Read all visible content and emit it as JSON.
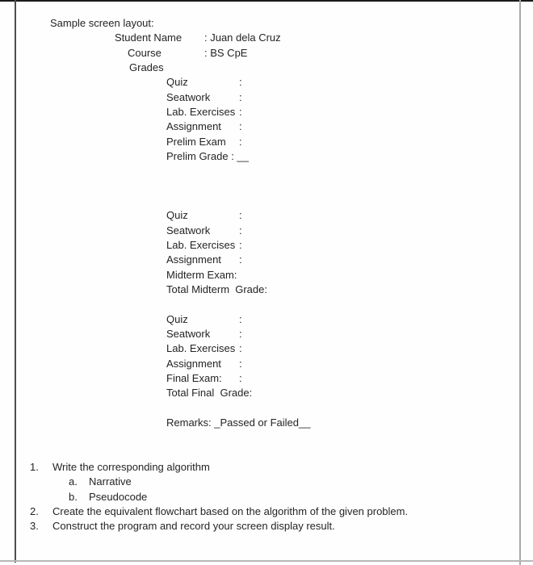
{
  "page": {
    "title": "Sample screen layout:",
    "student_info": [
      {
        "label": "Student Name",
        "value": ": Juan dela Cruz"
      },
      {
        "label": "Course",
        "value": ": BS CpE"
      },
      {
        "label": "Grades",
        "value": ""
      }
    ],
    "grade_blocks": [
      {
        "name": "prelim",
        "rows": [
          {
            "label": "Quiz",
            "value": ":"
          },
          {
            "label": "Seatwork",
            "value": ":"
          },
          {
            "label": "Lab. Exercises",
            "value": ":"
          },
          {
            "label": "Assignment",
            "value": ":"
          },
          {
            "label": "Prelim Exam",
            "value": ":"
          },
          {
            "label": "Prelim Grade : __",
            "value": ""
          }
        ]
      },
      {
        "name": "midterm",
        "rows": [
          {
            "label": "Quiz",
            "value": ":"
          },
          {
            "label": "Seatwork",
            "value": ":"
          },
          {
            "label": "Lab. Exercises",
            "value": ":"
          },
          {
            "label": "Assignment",
            "value": ":"
          },
          {
            "label": "Midterm Exam:",
            "value": ""
          },
          {
            "label": "Total Midterm  Grade:",
            "value": ""
          }
        ]
      },
      {
        "name": "final",
        "rows": [
          {
            "label": "Quiz",
            "value": ":"
          },
          {
            "label": "Seatwork",
            "value": ":"
          },
          {
            "label": "Lab. Exercises",
            "value": ":"
          },
          {
            "label": "Assignment",
            "value": ":"
          },
          {
            "label": "Final Exam:",
            "value": ":"
          },
          {
            "label": "Total Final  Grade:",
            "value": ""
          }
        ]
      }
    ],
    "remarks": "Remarks: _Passed or Failed__",
    "instructions": [
      {
        "num": "1.",
        "text": "Write the corresponding algorithm"
      },
      {
        "num": "a.",
        "text": "Narrative"
      },
      {
        "num": "b.",
        "text": "Pseudocode"
      },
      {
        "num": "2.",
        "text": "Create the equivalent flowchart based on the algorithm of the given problem."
      },
      {
        "num": "3.",
        "text": "Construct the program and record your screen display result."
      }
    ]
  },
  "colors": {
    "text": "#242424",
    "background": "#fefefe",
    "border_top": "#1a1a1a",
    "border_left": "#4d4d4d",
    "border_right": "#a9a9a9",
    "border_bottom": "#b8b8b8"
  }
}
